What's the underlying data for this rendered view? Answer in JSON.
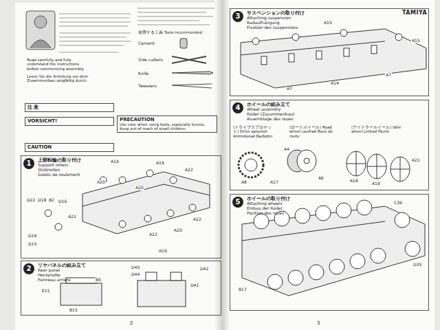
{
  "diagram": {
    "nodes": [
      {
        "text": [
          "注 意"
        ]
      },
      {
        "text": [
          "VORSICHT!"
        ]
      },
      {
        "text": [
          "PRECAUTION",
          "Use care when using tools, especially knives. Keep out of reach of small children."
        ]
      },
      {
        "text": [
          "CAUTION"
        ]
      },
      {
        "text": [
          "上部転輪の取り付け",
          "Support rollers",
          "Stützrollen",
          "Galets de roulement"
        ]
      },
      {
        "text": [
          "1"
        ],
        "in": 4
      },
      {
        "text": [
          "リヤパネルの組み立て",
          "Rear panel",
          "Heckplatte",
          "Panneau arrière"
        ]
      },
      {
        "text": [
          "2"
        ],
        "in": 6
      },
      {
        "text": [
          "サスペンションの取り付け",
          "Attaching suspension",
          "Radaufhängung",
          "Fixation des suspensions"
        ]
      },
      {
        "text": [
          "3"
        ],
        "in": 8
      },
      {
        "text": [
          "ホイールの組み立て",
          "Wheel assembly",
          "Räder (Zusammenbau)",
          "Assemblage des roues"
        ]
      },
      {
        "text": [
          "4"
        ],
        "in": 10
      },
      {
        "text": [
          "ホイールの取り付け",
          "Attaching wheels",
          "Einbau der Räder",
          "Position des roues"
        ]
      },
      {
        "text": [
          "5"
        ],
        "in": 12
      }
    ],
    "labels": [
      "Read carefully and fully understand the instructions before commencing assembly.",
      "Lesen Sie die Anleitung vor dem Zusammenbau sorgfältig durch.",
      "使用する工具 Tools recommended",
      "Cement",
      "Side cutters",
      "Knife",
      "Tweezers",
      "A19",
      "A19",
      "A20",
      "A22",
      "A20",
      "D22",
      "D18",
      "B2",
      "D16",
      "A22",
      "A22",
      "A20",
      "A22",
      "D19",
      "D15",
      "A19",
      "D45",
      "D44",
      "B5",
      "E11",
      "D41",
      "D42",
      "B15",
      "A15",
      "A15",
      "A14",
      "A7",
      "A7",
      "(ドライブスプロケット) Drive sprocket Antriebsrad Barbotin",
      "(ロードホイール) Road wheel Laufrad Roue de route",
      "(アイドラーホイール) Idler wheel Leitrad Poulie",
      "A17",
      "A4",
      "A6",
      "A8",
      "A18",
      "A19",
      "A21",
      "C39",
      "D35",
      "B17",
      "2",
      "3",
      "TAMIYA"
    ]
  }
}
